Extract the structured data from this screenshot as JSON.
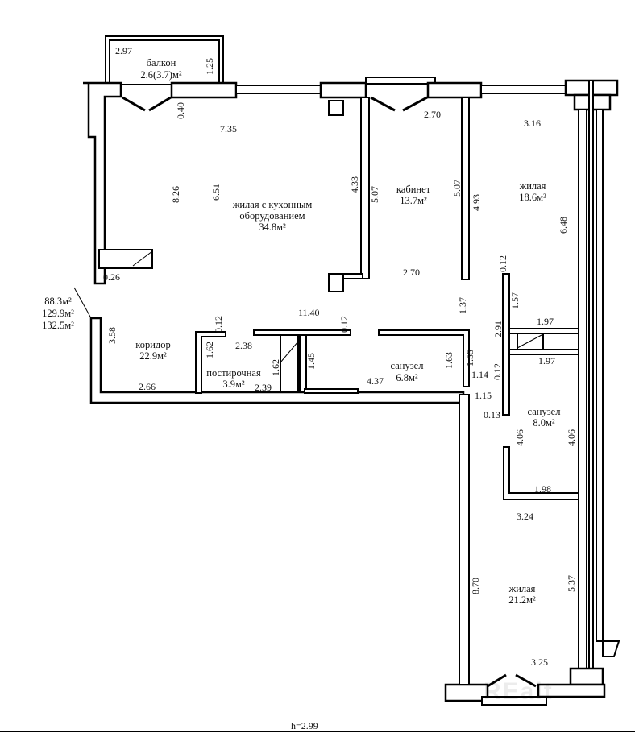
{
  "rooms": {
    "balcony": {
      "name": "балкон",
      "area": "2.6(3.7)м²"
    },
    "living_kitchen": {
      "name_line1": "жилая с кухонным",
      "name_line2": "оборудованием",
      "area": "34.8м²"
    },
    "study": {
      "name": "кабинет",
      "area": "13.7м²"
    },
    "bedroom1": {
      "name": "жилая",
      "area": "18.6м²"
    },
    "corridor": {
      "name": "коридор",
      "area": "22.9м²"
    },
    "laundry": {
      "name": "постирочная",
      "area": "3.9м²"
    },
    "bathroom1": {
      "name": "санузел",
      "area": "6.8м²"
    },
    "bathroom2": {
      "name": "санузел",
      "area": "8.0м²"
    },
    "bedroom2": {
      "name": "жилая",
      "area": "21.2м²"
    }
  },
  "totals": [
    "88.3м²",
    "129.9м²",
    "132.5м²"
  ],
  "dimensions": {
    "d297": "2.97",
    "d125": "1.25",
    "d040": "0.40",
    "d735": "7.35",
    "d826": "8.26",
    "d651": "6.51",
    "d433": "4.33",
    "d507a": "5.07",
    "d270a": "2.70",
    "d507b": "5.07",
    "d493": "4.93",
    "d316": "3.16",
    "d648": "6.48",
    "d026": "0.26",
    "d270b": "2.70",
    "d012a": "0.12",
    "d137": "1.37",
    "d157": "1.57",
    "d1140": "11.40",
    "d012b": "0.12",
    "d012c": "0.12",
    "d358": "3.58",
    "d238": "2.38",
    "d162a": "1.62",
    "d162b": "1.62",
    "d145": "1.45",
    "d291": "2.91",
    "d197a": "1.97",
    "d197b": "1.97",
    "d155": "1.55",
    "d163": "1.63",
    "d437": "4.37",
    "d114": "1.14",
    "d012d": "0.12",
    "d266": "2.66",
    "d239": "2.39",
    "d115": "1.15",
    "d013": "0.13",
    "d406a": "4.06",
    "d406b": "4.06",
    "d198": "1.98",
    "d324": "3.24",
    "d870": "8.70",
    "d537": "5.37",
    "d325": "3.25"
  },
  "ceiling_height": "h=2.99",
  "watermark": "REalt"
}
